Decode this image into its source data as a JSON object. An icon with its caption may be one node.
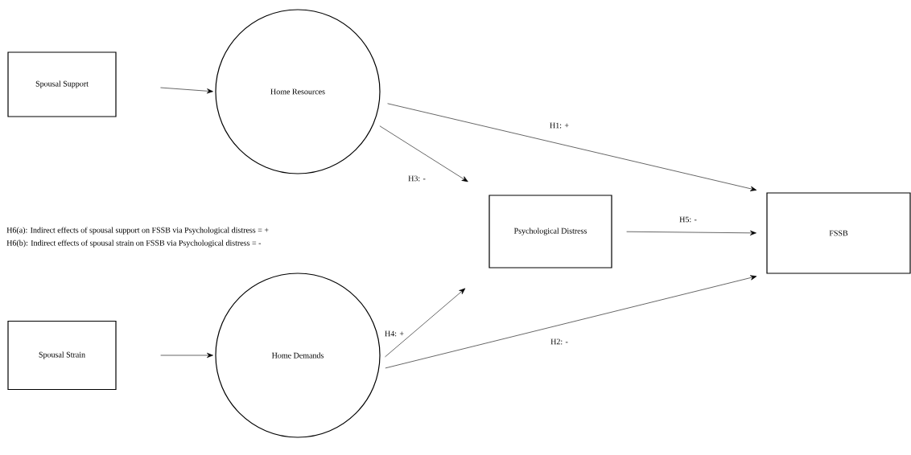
{
  "diagram": {
    "nodes": [
      {
        "text": [
          "Spousal Support"
        ]
      },
      {
        "text": [
          "Home Resources"
        ]
      },
      {
        "text": [
          "Psychological Distress"
        ]
      },
      {
        "text": [
          "FSSB"
        ]
      },
      {
        "text": [
          "Spousal Strain"
        ]
      },
      {
        "text": [
          "Home Demands"
        ]
      }
    ],
    "edges": [
      {
        "from": 0,
        "to": 1,
        "arrow": "to"
      },
      {
        "from": 1,
        "to": 3,
        "arrow": "to",
        "label": "H1: +"
      },
      {
        "from": 1,
        "to": 2,
        "arrow": "to",
        "label": "H3: -"
      },
      {
        "from": 2,
        "to": 3,
        "arrow": "to",
        "label": "H5: -"
      },
      {
        "from": 5,
        "to": 2,
        "arrow": "to",
        "label": "H4: +"
      },
      {
        "from": 5,
        "to": 3,
        "arrow": "to",
        "label": "H2: -"
      },
      {
        "from": 4,
        "to": 5,
        "arrow": "to"
      }
    ],
    "labels": [
      "H6(a): Indirect effects of spousal support on FSSB via Psychological distress = +",
      "H6(b): Indirect effects of spousal strain on FSSB via Psychological distress = -"
    ]
  }
}
